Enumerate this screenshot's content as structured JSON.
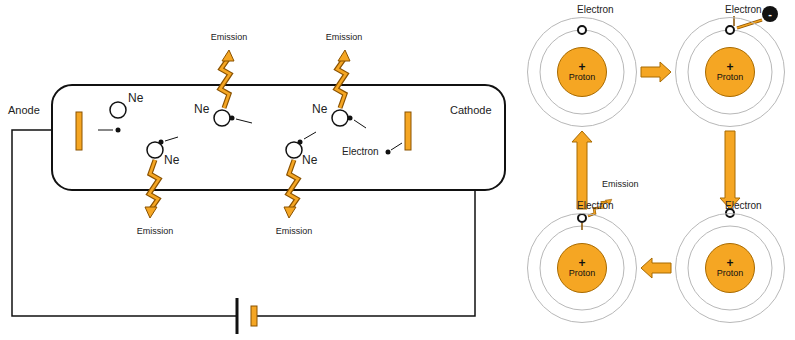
{
  "diagram": {
    "nodes": [
      {
        "text": [
          "Electron"
        ]
      },
      {
        "text": [
          "+",
          "Proton"
        ],
        "in": 0
      },
      {
        "text": [
          "Electron"
        ]
      },
      {
        "text": [
          "+",
          "Proton"
        ],
        "in": 2
      },
      {
        "text": [
          "Electron"
        ]
      },
      {
        "text": [
          "+",
          "Proton"
        ],
        "in": 4
      },
      {
        "text": [
          "Electron"
        ]
      },
      {
        "text": [
          "+",
          "Proton"
        ],
        "in": 6
      }
    ],
    "edges": [
      {
        "from": 0,
        "to": 2,
        "arrow": "to"
      },
      {
        "from": 2,
        "to": 6,
        "arrow": "to"
      },
      {
        "from": 6,
        "to": 4,
        "arrow": "to"
      },
      {
        "from": 4,
        "to": 0,
        "arrow": "to"
      }
    ],
    "labels": [
      "Emission",
      "Emission",
      "Anode",
      "Ne",
      "Ne",
      "Ne",
      "Cathode",
      "Ne",
      "Ne",
      "Electron",
      "Emission",
      "Emission",
      "-",
      "Emission"
    ]
  }
}
